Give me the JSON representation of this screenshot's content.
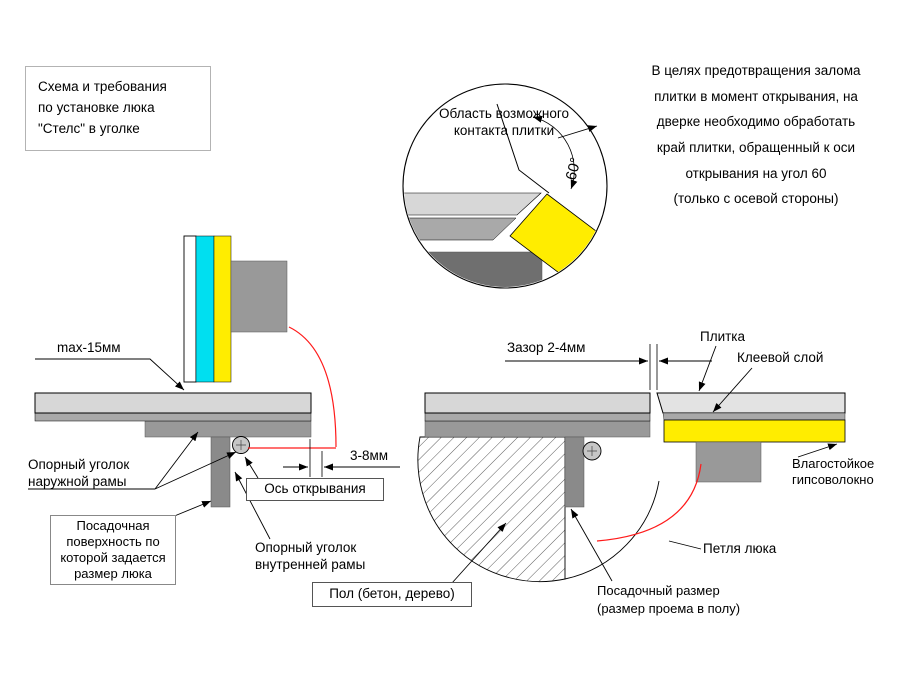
{
  "title_box": {
    "text": "Схема и требования\nпо установке люка\n\"Стелс\" в уголке"
  },
  "note": {
    "text": "В целях предотвращения залома\nплитки в момент открывания, на\nдверке необходимо обработать\nкрай плитки, обращенный к оси\nоткрывания на угол 60\n(только с осевой стороны)"
  },
  "detail": {
    "label": "Область возможного\nконтакта плитки",
    "angle_label": "60°"
  },
  "left_diagram": {
    "max_offset_label": "max-15мм",
    "outer_frame_label": "Опорный уголок\nнаружной рамы",
    "seating_surface_label": "Посадочная\nповерхность по\nкоторой задается\nразмер люка",
    "axis_label": "Ось открывания",
    "gap_label": "3-8мм",
    "inner_frame_label": "Опорный уголок\nвнутренней рамы"
  },
  "right_diagram": {
    "gap_label": "Зазор 2-4мм",
    "tile_label": "Плитка",
    "adhesive_label": "Клеевой слой",
    "gypsum_label": "Влагостойкое\nгипсоволокно",
    "hinge_label": "Петля люка",
    "floor_label": "Пол (бетон, дерево)",
    "seat_size_label": "Посадочный размер\n(размер проема в полу)"
  },
  "colors": {
    "accent_cyan": "#00dff0",
    "accent_yellow": "#ffed00",
    "motion_red": "#ff1a1a",
    "tile_gray": "#d7d7d7",
    "adhesive_gray": "#a9a9a9",
    "frame_gray": "#999999",
    "bar_gray": "#8a8a8a",
    "dark_gray": "#6f6f6f"
  }
}
